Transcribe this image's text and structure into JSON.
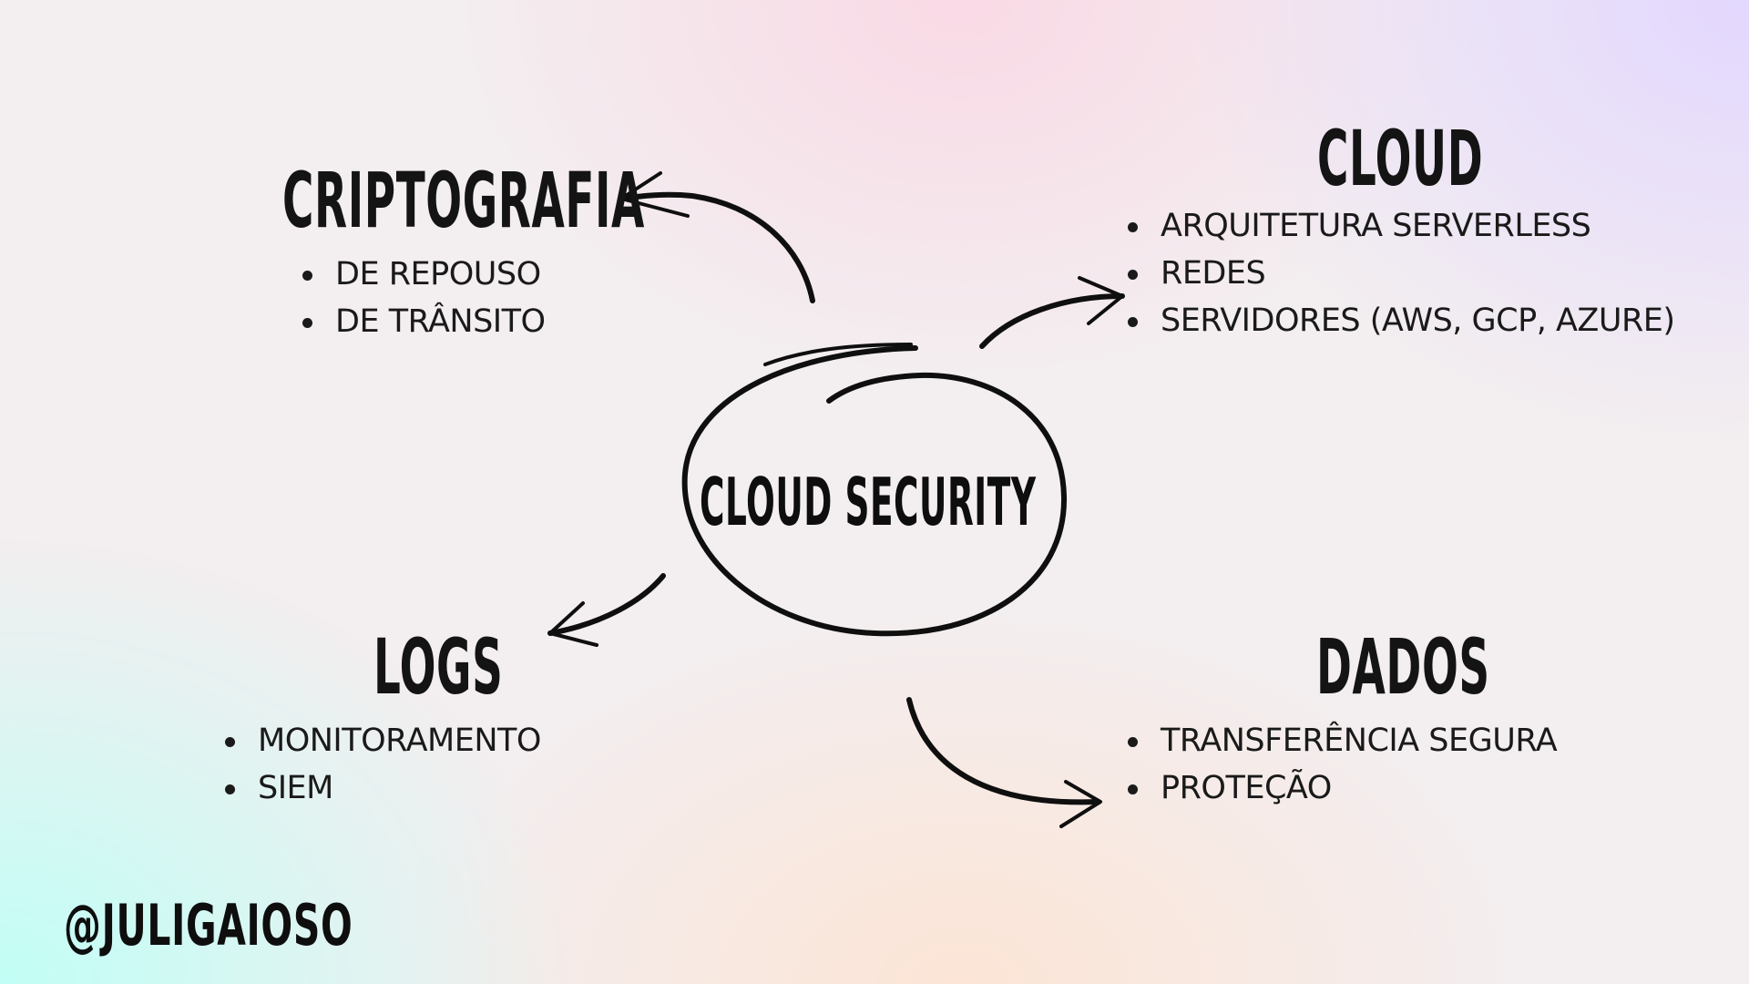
{
  "center": {
    "title": "CLOUD SECURITY"
  },
  "nodes": {
    "criptografia": {
      "title": "CRIPTOGRAFIA",
      "items": [
        "DE REPOUSO",
        "DE TRÂNSITO"
      ]
    },
    "cloud": {
      "title": "CLOUD",
      "items": [
        "ARQUITETURA SERVERLESS",
        "REDES",
        "SERVIDORES (AWS, GCP, AZURE)"
      ]
    },
    "logs": {
      "title": "LOGS",
      "items": [
        "MONITORAMENTO",
        "SIEM"
      ]
    },
    "dados": {
      "title": "DADOS",
      "items": [
        "TRANSFERÊNCIA SEGURA",
        "PROTEÇÃO"
      ]
    }
  },
  "footer": {
    "handle": "@JULIGAIOSO"
  }
}
